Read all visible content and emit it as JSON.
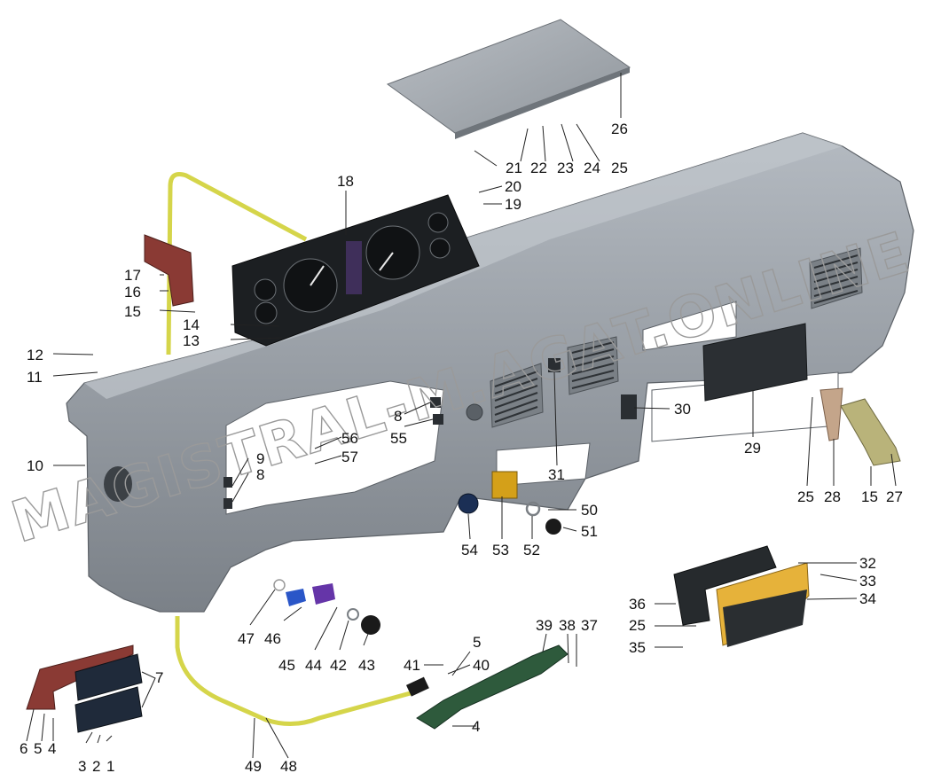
{
  "watermark": "MAGISTRAL-M.AGAT.ONLINE",
  "colors": {
    "panel": "#9ea4ab",
    "panel_dark": "#6f757c",
    "cluster": "#1c1f22",
    "tube": "#d8d84a",
    "bracket_red": "#8a3a34",
    "green_part": "#2e5a3c",
    "glovebox": "#262a2d",
    "glove_lid": "#e6b23a"
  },
  "callouts": [
    {
      "n": "1"
    },
    {
      "n": "2"
    },
    {
      "n": "3"
    },
    {
      "n": "4"
    },
    {
      "n": "4"
    },
    {
      "n": "5"
    },
    {
      "n": "5"
    },
    {
      "n": "6"
    },
    {
      "n": "7"
    },
    {
      "n": "8"
    },
    {
      "n": "8"
    },
    {
      "n": "9"
    },
    {
      "n": "10"
    },
    {
      "n": "11"
    },
    {
      "n": "12"
    },
    {
      "n": "13"
    },
    {
      "n": "14"
    },
    {
      "n": "15"
    },
    {
      "n": "15"
    },
    {
      "n": "16"
    },
    {
      "n": "17"
    },
    {
      "n": "18"
    },
    {
      "n": "19"
    },
    {
      "n": "20"
    },
    {
      "n": "21"
    },
    {
      "n": "22"
    },
    {
      "n": "23"
    },
    {
      "n": "24"
    },
    {
      "n": "25"
    },
    {
      "n": "25"
    },
    {
      "n": "25"
    },
    {
      "n": "26"
    },
    {
      "n": "27"
    },
    {
      "n": "28"
    },
    {
      "n": "29"
    },
    {
      "n": "30"
    },
    {
      "n": "31"
    },
    {
      "n": "32"
    },
    {
      "n": "33"
    },
    {
      "n": "34"
    },
    {
      "n": "35"
    },
    {
      "n": "36"
    },
    {
      "n": "37"
    },
    {
      "n": "38"
    },
    {
      "n": "39"
    },
    {
      "n": "40"
    },
    {
      "n": "41"
    },
    {
      "n": "42"
    },
    {
      "n": "43"
    },
    {
      "n": "44"
    },
    {
      "n": "45"
    },
    {
      "n": "46"
    },
    {
      "n": "47"
    },
    {
      "n": "48"
    },
    {
      "n": "49"
    },
    {
      "n": "50"
    },
    {
      "n": "51"
    },
    {
      "n": "52"
    },
    {
      "n": "53"
    },
    {
      "n": "54"
    },
    {
      "n": "55"
    },
    {
      "n": "56"
    },
    {
      "n": "57"
    }
  ]
}
